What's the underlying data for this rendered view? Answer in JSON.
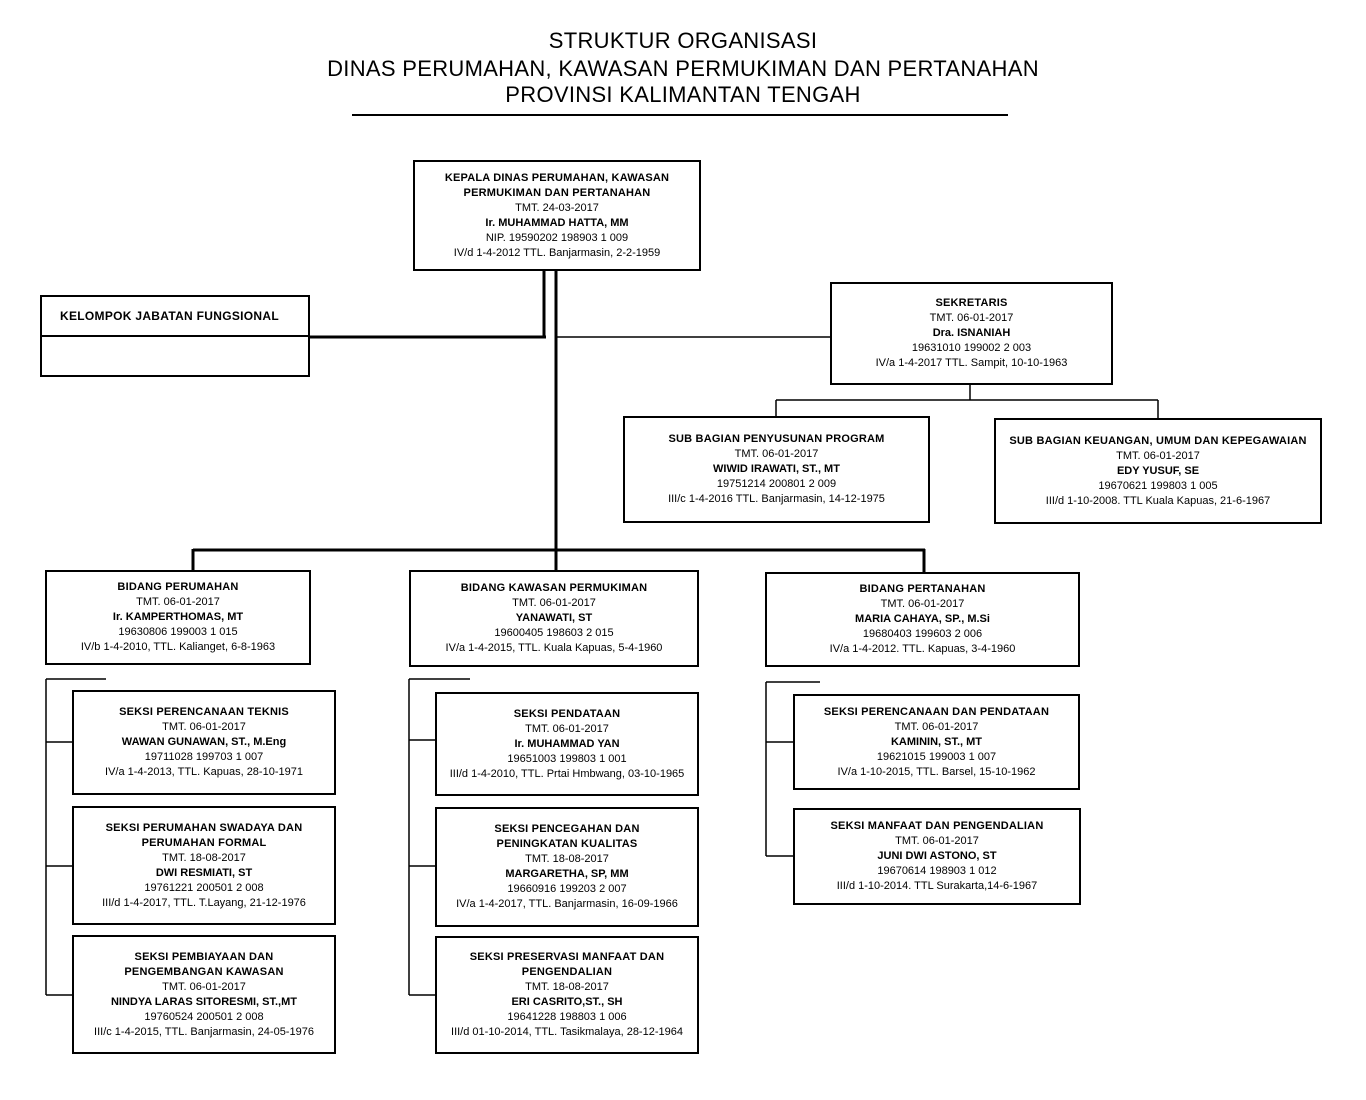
{
  "title": {
    "line1": "STRUKTUR ORGANISASI",
    "line2": "DINAS PERUMAHAN, KAWASAN PERMUKIMAN DAN PERTANAHAN",
    "line3": "PROVINSI KALIMANTAN TENGAH"
  },
  "kepala": {
    "unit1": "KEPALA DINAS PERUMAHAN, KAWASAN",
    "unit2": "PERMUKIMAN DAN PERTANAHAN",
    "tmt": "TMT. 24-03-2017",
    "name": "Ir. MUHAMMAD HATTA, MM",
    "nip": "NIP. 19590202 198903 1 009",
    "info": "IV/d 1-4-2012 TTL. Banjarmasin, 2-2-1959"
  },
  "fungsional": {
    "label": "KELOMPOK JABATAN FUNGSIONAL"
  },
  "sekretaris": {
    "unit": "SEKRETARIS",
    "tmt": "TMT. 06-01-2017",
    "name": "Dra. ISNANIAH",
    "nip": "19631010 199002 2 003",
    "info": "IV/a 1-4-2017 TTL. Sampit, 10-10-1963"
  },
  "subbag_program": {
    "unit": "SUB BAGIAN PENYUSUNAN PROGRAM",
    "tmt": "TMT. 06-01-2017",
    "name": "WIWID IRAWATI, ST., MT",
    "nip": "19751214 200801 2 009",
    "info": "III/c 1-4-2016 TTL. Banjarmasin, 14-12-1975"
  },
  "subbag_keuangan": {
    "unit": "SUB BAGIAN KEUANGAN, UMUM DAN KEPEGAWAIAN",
    "tmt": "TMT. 06-01-2017",
    "name": "EDY YUSUF, SE",
    "nip": "19670621 199803 1 005",
    "info": "III/d 1-10-2008. TTL Kuala Kapuas, 21-6-1967"
  },
  "bidang_perumahan": {
    "unit": "BIDANG PERUMAHAN",
    "tmt": "TMT. 06-01-2017",
    "name": "Ir. KAMPERTHOMAS, MT",
    "nip": "19630806 199003 1 015",
    "info": "IV/b 1-4-2010, TTL. Kalianget, 6-8-1963"
  },
  "bidang_kawasan": {
    "unit": "BIDANG KAWASAN PERMUKIMAN",
    "tmt": "TMT. 06-01-2017",
    "name": "YANAWATI, ST",
    "nip": "19600405 198603 2 015",
    "info": "IV/a 1-4-2015, TTL. Kuala Kapuas, 5-4-1960"
  },
  "bidang_pertanahan": {
    "unit": "BIDANG PERTANAHAN",
    "tmt": "TMT. 06-01-2017",
    "name": "MARIA CAHAYA, SP., M.Si",
    "nip": "19680403 199603 2 006",
    "info": "IV/a 1-4-2012. TTL. Kapuas, 3-4-1960"
  },
  "seksi_perencanaan_teknis": {
    "unit": "SEKSI PERENCANAAN TEKNIS",
    "tmt": "TMT. 06-01-2017",
    "name": "WAWAN GUNAWAN, ST., M.Eng",
    "nip": "19711028 199703 1 007",
    "info": "IV/a 1-4-2013, TTL. Kapuas, 28-10-1971"
  },
  "seksi_swadaya": {
    "unit1": "SEKSI PERUMAHAN SWADAYA DAN",
    "unit2": "PERUMAHAN FORMAL",
    "tmt": "TMT. 18-08-2017",
    "name": "DWI RESMIATI, ST",
    "nip": "19761221 200501 2 008",
    "info": "III/d 1-4-2017, TTL. T.Layang, 21-12-1976"
  },
  "seksi_pembiayaan": {
    "unit1": "SEKSI PEMBIAYAAN DAN",
    "unit2": "PENGEMBANGAN KAWASAN",
    "tmt": "TMT. 06-01-2017",
    "name": "NINDYA LARAS SITORESMI, ST.,MT",
    "nip": "19760524 200501 2 008",
    "info": "III/c 1-4-2015, TTL. Banjarmasin, 24-05-1976"
  },
  "seksi_pendataan": {
    "unit": "SEKSI PENDATAAN",
    "tmt": "TMT. 06-01-2017",
    "name": "Ir. MUHAMMAD YAN",
    "nip": "19651003 199803 1 001",
    "info": "III/d 1-4-2010, TTL. Prtai Hmbwang, 03-10-1965"
  },
  "seksi_pencegahan": {
    "unit1": "SEKSI PENCEGAHAN DAN",
    "unit2": "PENINGKATAN KUALITAS",
    "tmt": "TMT. 18-08-2017",
    "name": "MARGARETHA, SP, MM",
    "nip": "19660916 199203 2 007",
    "info": "IV/a 1-4-2017, TTL. Banjarmasin, 16-09-1966"
  },
  "seksi_preservasi": {
    "unit1": "SEKSI PRESERVASI MANFAAT DAN",
    "unit2": "PENGENDALIAN",
    "tmt": "TMT. 18-08-2017",
    "name": "ERI CASRITO,ST., SH",
    "nip": "19641228 198803 1 006",
    "info": "III/d 01-10-2014, TTL. Tasikmalaya, 28-12-1964"
  },
  "seksi_perencanaan_pendataan": {
    "unit": "SEKSI PERENCANAAN DAN PENDATAAN",
    "tmt": "TMT. 06-01-2017",
    "name": "KAMININ, ST., MT",
    "nip": "19621015 199003 1 007",
    "info": "IV/a 1-10-2015, TTL. Barsel, 15-10-1962"
  },
  "seksi_manfaat": {
    "unit": "SEKSI MANFAAT DAN PENGENDALIAN",
    "tmt": "TMT. 06-01-2017",
    "name": "JUNI DWI ASTONO, ST",
    "nip": "19670614 198903 1 012",
    "info": "III/d 1-10-2014. TTL Surakarta,14-6-1967"
  }
}
